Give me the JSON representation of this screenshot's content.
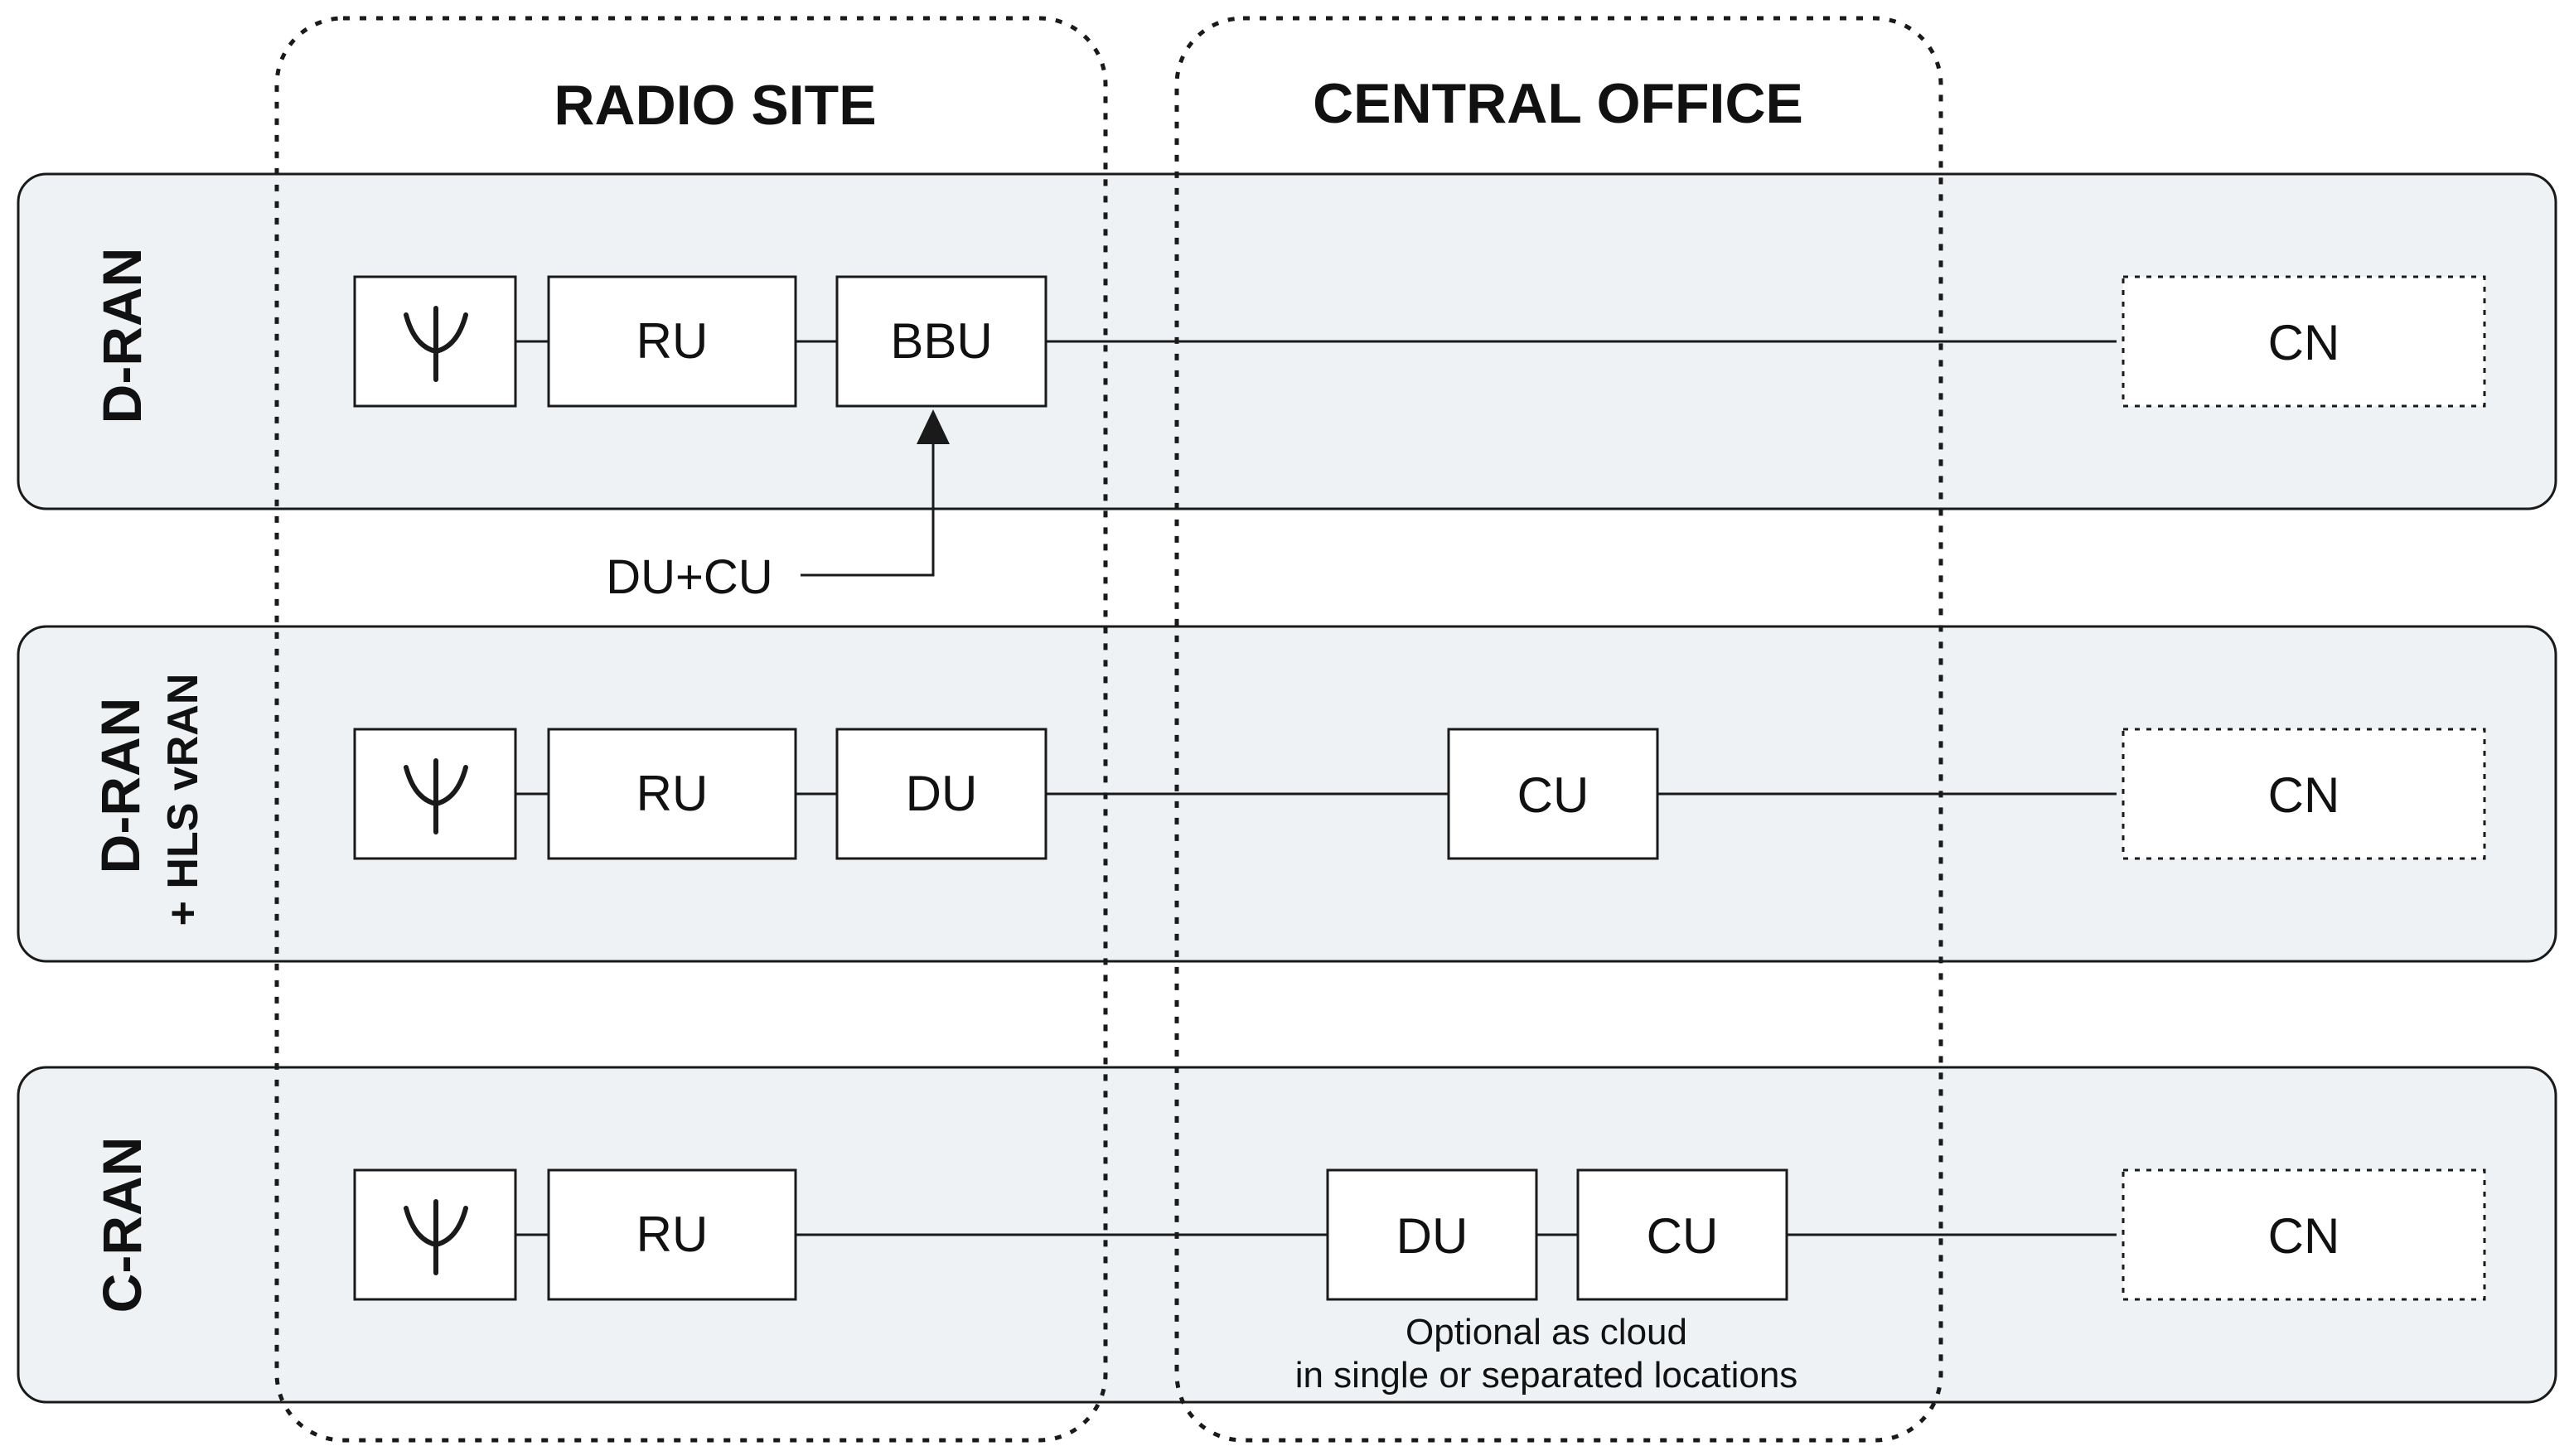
{
  "zones": {
    "radio_site": "RADIO SITE",
    "central_office": "CENTRAL OFFICE"
  },
  "rows": {
    "d_ran": {
      "label": "D-RAN",
      "antenna_icon": "antenna-icon",
      "ru": "RU",
      "bbu": "BBU",
      "cn": "CN",
      "callout": "DU+CU"
    },
    "d_ran_hls": {
      "label": "D-RAN",
      "sublabel": "+ HLS vRAN",
      "antenna_icon": "antenna-icon",
      "ru": "RU",
      "du": "DU",
      "cu": "CU",
      "cn": "CN"
    },
    "c_ran": {
      "label": "C-RAN",
      "antenna_icon": "antenna-icon",
      "ru": "RU",
      "du": "DU",
      "cu": "CU",
      "cn": "CN",
      "note_line1": "Optional as cloud",
      "note_line2": "in single or separated locations"
    }
  },
  "colors": {
    "panel_fill": "#eef2f4",
    "stroke": "#1a1a1a",
    "box_fill": "#ffffff"
  }
}
